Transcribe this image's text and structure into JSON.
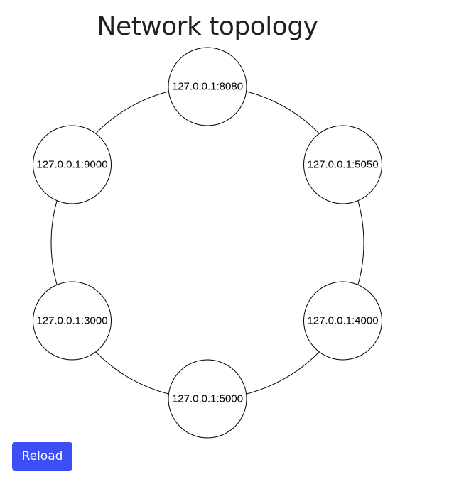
{
  "header": {
    "title": "Network topology"
  },
  "topology": {
    "nodes": [
      {
        "id": "node-8080",
        "label": "127.0.0.1:8080"
      },
      {
        "id": "node-5050",
        "label": "127.0.0.1:5050"
      },
      {
        "id": "node-4000",
        "label": "127.0.0.1:4000"
      },
      {
        "id": "node-5000",
        "label": "127.0.0.1:5000"
      },
      {
        "id": "node-3000",
        "label": "127.0.0.1:3000"
      },
      {
        "id": "node-9000",
        "label": "127.0.0.1:9000"
      }
    ],
    "ring_color": "#000000",
    "node_fill": "#ffffff"
  },
  "controls": {
    "reload_label": "Reload",
    "reload_color": "#3d4ef5"
  }
}
